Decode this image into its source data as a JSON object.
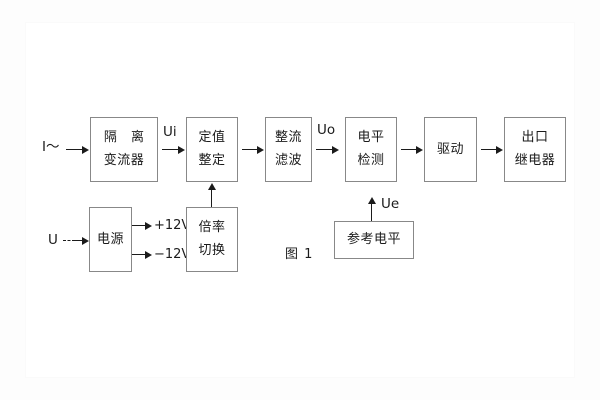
{
  "figure": {
    "caption": "图 1",
    "border_color": "#888888",
    "line_color": "#1b1b1b",
    "background": "#ffffff"
  },
  "blocks": {
    "isolation_ct": {
      "line1": "隔 离",
      "line2": "变流器"
    },
    "setting": {
      "line1": "定值",
      "line2": "整定"
    },
    "rect_filter": {
      "line1": "整流",
      "line2": "滤波"
    },
    "level_detect": {
      "line1": "电平",
      "line2": "检测"
    },
    "drive": {
      "line1": "驱动"
    },
    "output_relay": {
      "line1": "出口",
      "line2": "继电器"
    },
    "power_supply": {
      "line1": "电源"
    },
    "multiplier_switch": {
      "line1": "倍率",
      "line2": "切换"
    },
    "reference_level": {
      "line1": "参考电平"
    }
  },
  "signals": {
    "input_current": "I～",
    "ui": "Ui",
    "uo": "Uo",
    "ue": "Ue",
    "input_voltage": "U",
    "plus12v": "+12V",
    "minus12v": "−12V"
  }
}
